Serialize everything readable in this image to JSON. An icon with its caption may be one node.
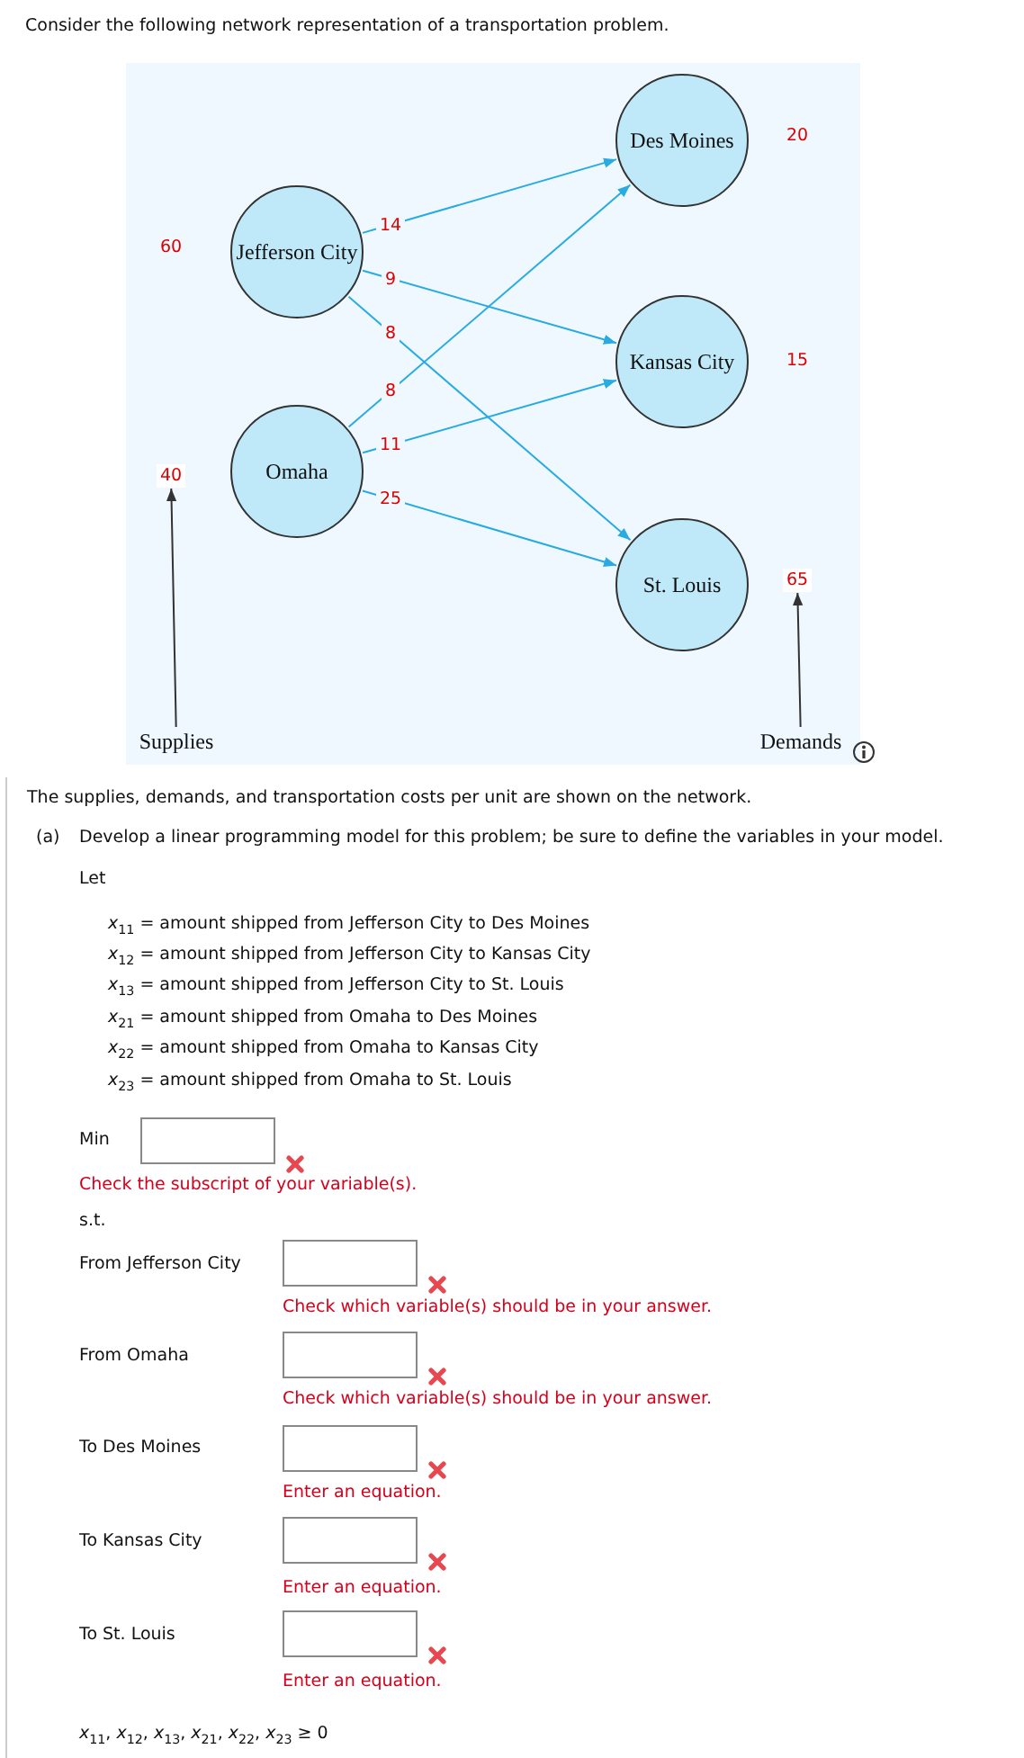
{
  "diagram": {
    "nodes": [
      {
        "text": [
          "Jefferson City"
        ],
        "beside": [
          "60"
        ]
      },
      {
        "text": [
          "Omaha"
        ]
      },
      {
        "text": [
          "Des Moines"
        ],
        "beside": [
          "20"
        ]
      },
      {
        "text": [
          "Kansas City"
        ],
        "beside": [
          "15"
        ]
      },
      {
        "text": [
          "St. Louis"
        ]
      },
      {
        "text": [
          "40"
        ]
      },
      {
        "text": [
          "65"
        ]
      },
      {
        "text": [
          "Supplies"
        ]
      },
      {
        "text": [
          "Demands"
        ]
      }
    ],
    "edges": [
      {
        "from": 0,
        "to": 2,
        "arrow": "to",
        "label": "14"
      },
      {
        "from": 0,
        "to": 3,
        "arrow": "to",
        "label": "9"
      },
      {
        "from": 0,
        "to": 4,
        "arrow": "to",
        "label": "8"
      },
      {
        "from": 1,
        "to": 2,
        "arrow": "to",
        "label": "8"
      },
      {
        "from": 1,
        "to": 3,
        "arrow": "to",
        "label": "11"
      },
      {
        "from": 1,
        "to": 4,
        "arrow": "to",
        "label": "25"
      },
      {
        "from": 7,
        "to": 5,
        "arrow": "to",
        "color": "#333333"
      },
      {
        "from": 8,
        "to": 6,
        "arrow": "to",
        "color": "#333333"
      }
    ],
    "labels": [
      "Consider the following network representation of a transportation problem.",
      "The supplies, demands, and transportation costs per unit are shown on the network.",
      "(a)",
      "Develop a linear programming model for this problem; be sure to define the variables in your model.",
      "Let",
      "*x*$_{11}$ = amount shipped from Jefferson City to Des Moines",
      "*x*$_{12}$ = amount shipped from Jefferson City to Kansas City",
      "*x*$_{13}$ = amount shipped from Jefferson City to St. Louis",
      "*x*$_{21}$ = amount shipped from Omaha to Des Moines",
      "*x*$_{22}$ = amount shipped from Omaha to Kansas City",
      "*x*$_{23}$ = amount shipped from Omaha to St. Louis",
      "Min",
      "Check the subscript of your variable(s).",
      "s.t.",
      "From Jefferson City",
      "Check which variable(s) should be in your answer.",
      "From Omaha",
      "Check which variable(s) should be in your answer.",
      "To Des Moines",
      "Enter an equation.",
      "To Kansas City",
      "Enter an equation.",
      "To St. Louis",
      "Enter an equation.",
      "*x*$_{11}$, *x*$_{12}$, *x*$_{13}$, *x*$_{21}$, *x*$_{22}$, *x*$_{23}$ ≥ 0"
    ]
  }
}
